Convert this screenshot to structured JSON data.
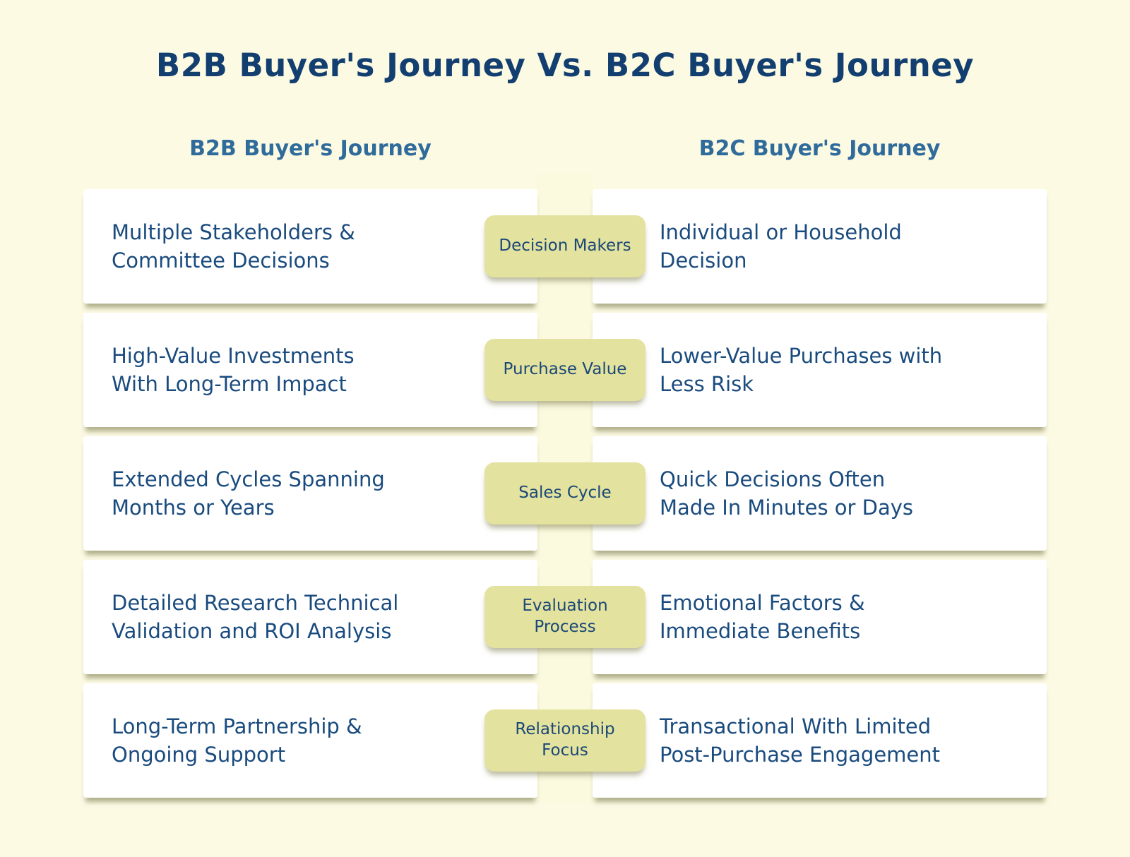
{
  "title": "B2B Buyer's Journey Vs. B2C Buyer's Journey",
  "columns": {
    "left": {
      "header": "B2B Buyer's Journey"
    },
    "right": {
      "header": "B2C Buyer's Journey"
    }
  },
  "rows": [
    {
      "category": "Decision Makers",
      "b2b": "Multiple Stakeholders &\nCommittee Decisions",
      "b2c": "Individual or Household\nDecision"
    },
    {
      "category": "Purchase Value",
      "b2b": "High-Value Investments\nWith Long-Term Impact",
      "b2c": "Lower-Value Purchases with\nLess Risk"
    },
    {
      "category": "Sales Cycle",
      "b2b": "Extended Cycles Spanning\nMonths or Years",
      "b2c": "Quick Decisions Often\nMade In Minutes or Days"
    },
    {
      "category": "Evaluation\nProcess",
      "b2b": "Detailed Research Technical\nValidation and ROI Analysis",
      "b2c": "Emotional Factors &\nImmediate Benefits"
    },
    {
      "category": "Relationship\nFocus",
      "b2b": "Long-Term Partnership &\nOngoing Support",
      "b2c": "Transactional With Limited\nPost-Purchase Engagement"
    }
  ],
  "colors": {
    "page_bg": "#FCFAE3",
    "strip_bg": "#FBF9DE",
    "card_bg": "#FFFFFF",
    "badge_bg": "#E3E29E",
    "title_color": "#133F70",
    "header_color": "#2F6B9B",
    "body_text": "#1A4B7E",
    "badge_text": "#1B4878"
  }
}
